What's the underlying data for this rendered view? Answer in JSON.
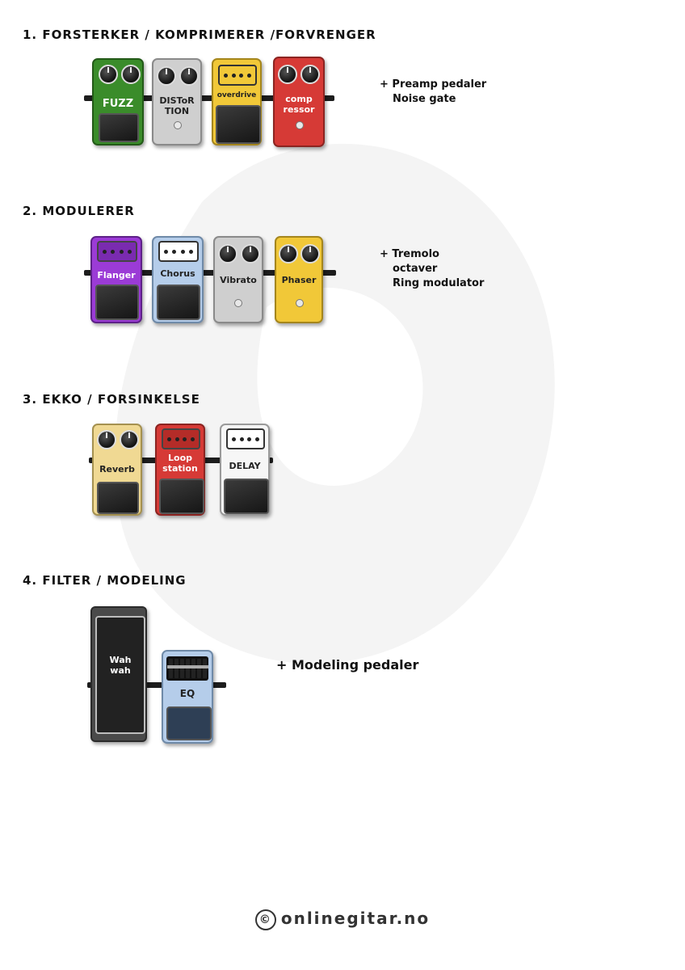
{
  "sections": [
    {
      "title": "1. FORSTERKER / KOMPRIMERER /FORVRENGER",
      "pedals": [
        "FUZZ",
        "DISToR\nTION",
        "overdrive",
        "comp\nressor"
      ],
      "notes": [
        "Preamp pedaler",
        "Noise gate"
      ]
    },
    {
      "title": "2. MODULERER",
      "pedals": [
        "Flanger",
        "Chorus",
        "Vibrato",
        "Phaser"
      ],
      "notes": [
        "Tremolo",
        "octaver",
        "Ring modulator"
      ]
    },
    {
      "title": "3. EKKO / FORSINKELSE",
      "pedals": [
        "Reverb",
        "Loop\nstation",
        "DELAY"
      ],
      "notes": []
    },
    {
      "title": "4. FILTER / MODELING",
      "pedals": [
        "Wah\nwah",
        "EQ"
      ],
      "notes": [
        "Modeling pedaler"
      ]
    }
  ],
  "footer": {
    "copyright_symbol": "©",
    "site": "onlinegitar.no"
  }
}
